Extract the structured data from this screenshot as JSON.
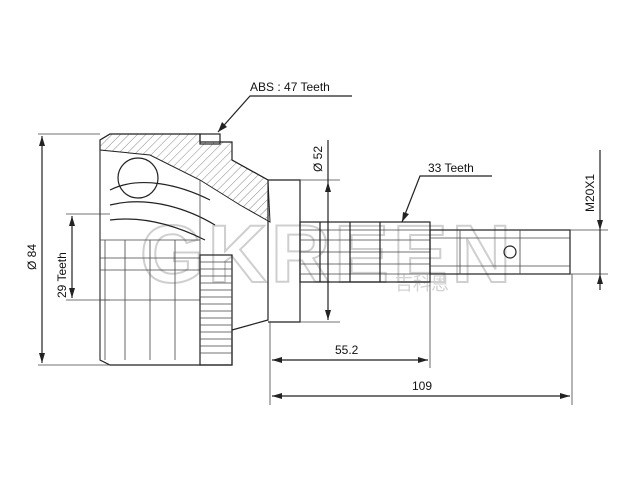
{
  "drawing": {
    "labels": {
      "abs_teeth": "ABS : 47 Teeth",
      "spline_outer": "33 Teeth",
      "spline_inner": "29 Teeth",
      "outer_diameter": "Ø 84",
      "shaft_diameter": "Ø 52",
      "thread": "M20X1",
      "length_spline": "55.2",
      "length_total": "109"
    },
    "watermark": {
      "brand": "GKREEN",
      "sub": "吉科恩"
    }
  }
}
